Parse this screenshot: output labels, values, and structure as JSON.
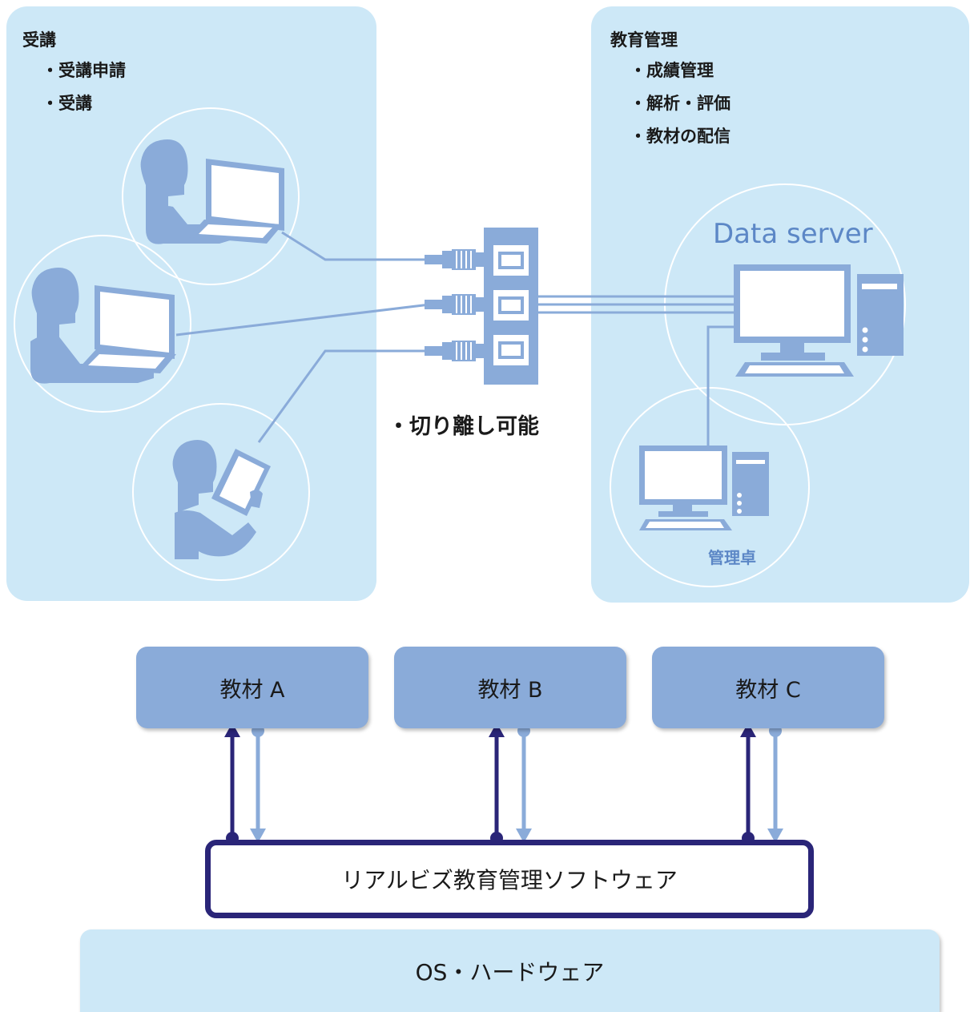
{
  "left_panel": {
    "title": "受講",
    "items": [
      "受講申請",
      "受講"
    ]
  },
  "right_panel": {
    "title": "教育管理",
    "items": [
      "成績管理",
      "解析・評価",
      "教材の配信"
    ]
  },
  "server_label": "Data server",
  "admin_label": "管理卓",
  "detachable_label": "切り離し可能",
  "materials": [
    "教材 A",
    "教材 B",
    "教材 C"
  ],
  "software_label": "リアルビズ教育管理ソフトウェア",
  "os_label": "OS・ハードウェア",
  "colors": {
    "panel": "#cde8f7",
    "figure": "#8aabd9",
    "accent_dark": "#2a2578",
    "accent_light": "#8aabd9",
    "label_blue": "#5c87c6"
  },
  "icons": [
    "person-laptop-icon",
    "person-tablet-icon",
    "network-switch-icon",
    "ethernet-plug-icon",
    "desktop-computer-icon",
    "arrow-up-icon",
    "arrow-down-icon"
  ]
}
